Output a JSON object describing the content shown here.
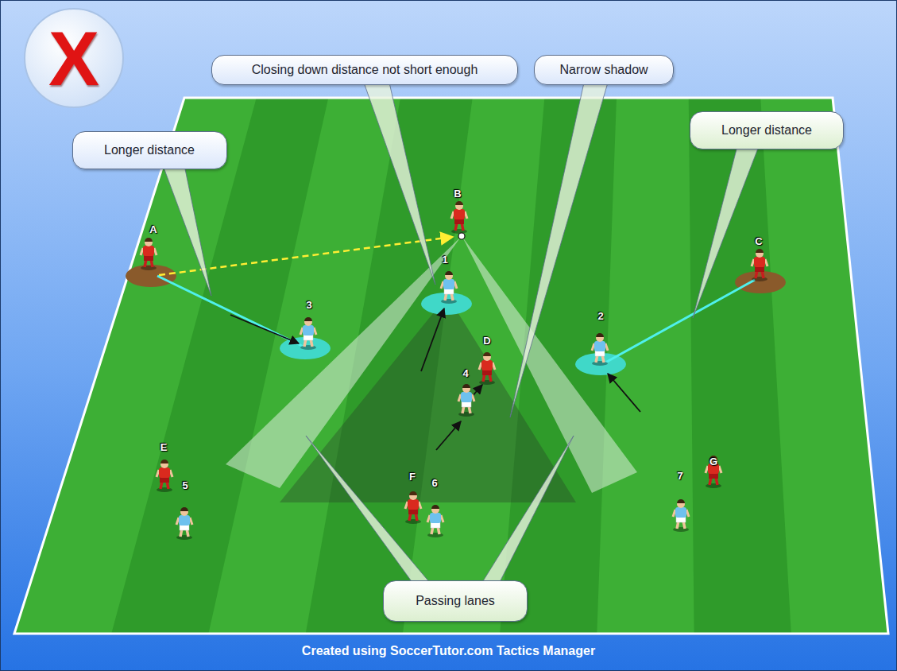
{
  "diagram": {
    "caption": "Created using SoccerTutor.com Tactics Manager",
    "nodes": [
      {
        "text": [
          "Longer distance"
        ]
      },
      {
        "text": [
          "Closing down distance not short enough"
        ]
      },
      {
        "text": [
          "Narrow shadow"
        ]
      },
      {
        "text": [
          "Longer distance"
        ]
      },
      {
        "text": [
          "Passing lanes"
        ]
      }
    ],
    "labels": [
      "X",
      "A",
      "B",
      "1",
      "C",
      "3",
      "2",
      "D",
      "4",
      "E",
      "F",
      "6",
      "5",
      "7",
      "G"
    ]
  }
}
